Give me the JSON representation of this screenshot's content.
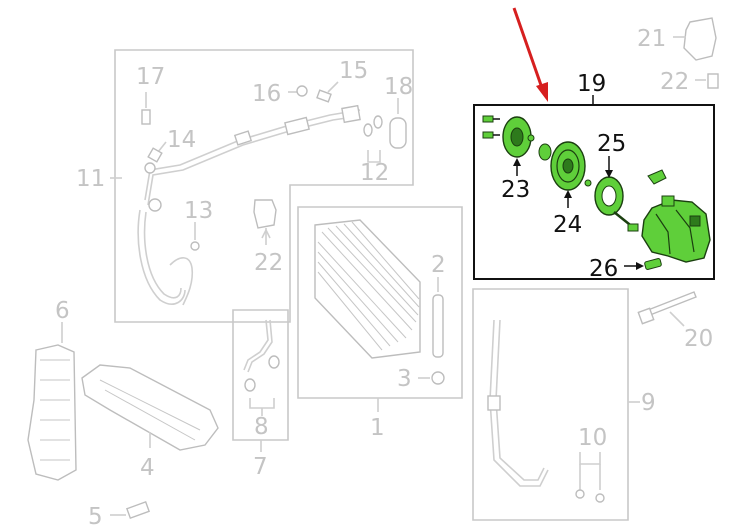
{
  "callouts": {
    "c1": "1",
    "c2": "2",
    "c3": "3",
    "c4": "4",
    "c5": "5",
    "c6": "6",
    "c7": "7",
    "c8": "8",
    "c9": "9",
    "c10": "10",
    "c11": "11",
    "c12": "12",
    "c13": "13",
    "c14": "14",
    "c15": "15",
    "c16": "16",
    "c17": "17",
    "c18": "18",
    "c19": "19",
    "c20": "20",
    "c21": "21",
    "c22": "22",
    "c22b": "22",
    "c23": "23",
    "c24": "24",
    "c25": "25",
    "c26": "26"
  },
  "colors": {
    "highlight_fill": "#5fcf3a",
    "highlight_outline": "#111111",
    "arrow": "#d61f1f",
    "ghost": "#c4c4c4"
  }
}
